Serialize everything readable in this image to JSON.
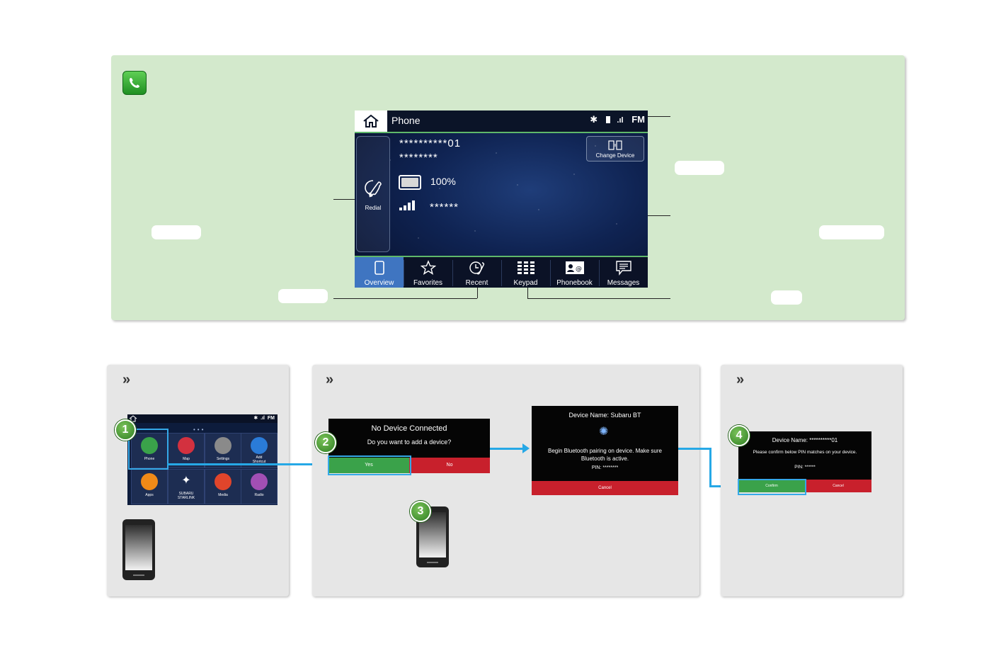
{
  "screen": {
    "title": "Phone",
    "status": "FM",
    "phone_number": "**********01",
    "device_name": "********",
    "battery": "100%",
    "carrier": "******",
    "redial_label": "Redial",
    "change_device_label": "Change Device",
    "tabs": [
      {
        "label": "Overview",
        "icon": "smartphone-icon",
        "active": true
      },
      {
        "label": "Favorites",
        "icon": "star-icon",
        "active": false
      },
      {
        "label": "Recent",
        "icon": "recent-calls-icon",
        "active": false
      },
      {
        "label": "Keypad",
        "icon": "keypad-icon",
        "active": false
      },
      {
        "label": "Phonebook",
        "icon": "phonebook-icon",
        "active": false
      },
      {
        "label": "Messages",
        "icon": "message-icon",
        "active": false
      }
    ],
    "accent_color": "#5fb86a",
    "active_tab_color": "#3f75c1"
  },
  "home": {
    "status": "FM",
    "apps": [
      {
        "label": "Phone",
        "color": "#3aa24a"
      },
      {
        "label": "Map",
        "color": "#d3313f"
      },
      {
        "label": "Settings",
        "color": "#8a8a8a"
      },
      {
        "label": "Add\nShortcut",
        "color": "#2a7bd8"
      },
      {
        "label": "Apps",
        "color": "#f08a18"
      },
      {
        "label": "SUBARU\nSTARLINK",
        "color": "#1d2d52"
      },
      {
        "label": "Media",
        "color": "#e0452b"
      },
      {
        "label": "Radio",
        "color": "#a24fb4"
      }
    ]
  },
  "dialog_add": {
    "title": "No Device Connected",
    "question": "Do you want to add a device?",
    "yes": "Yes",
    "no": "No"
  },
  "dialog_pair": {
    "title": "Device Name: Subaru BT",
    "message": "Begin Bluetooth pairing on device. Make sure Bluetooth is active.",
    "pin": "PIN: ********",
    "cancel": "Cancel"
  },
  "dialog_confirm": {
    "title": "Device Name: **********01",
    "message": "Please confirm below PIN matches on your device.",
    "pin": "PIN: ******",
    "confirm": "Confirm",
    "cancel": "Cancel"
  },
  "steps": [
    "1",
    "2",
    "3",
    "4"
  ],
  "chevron": "»"
}
